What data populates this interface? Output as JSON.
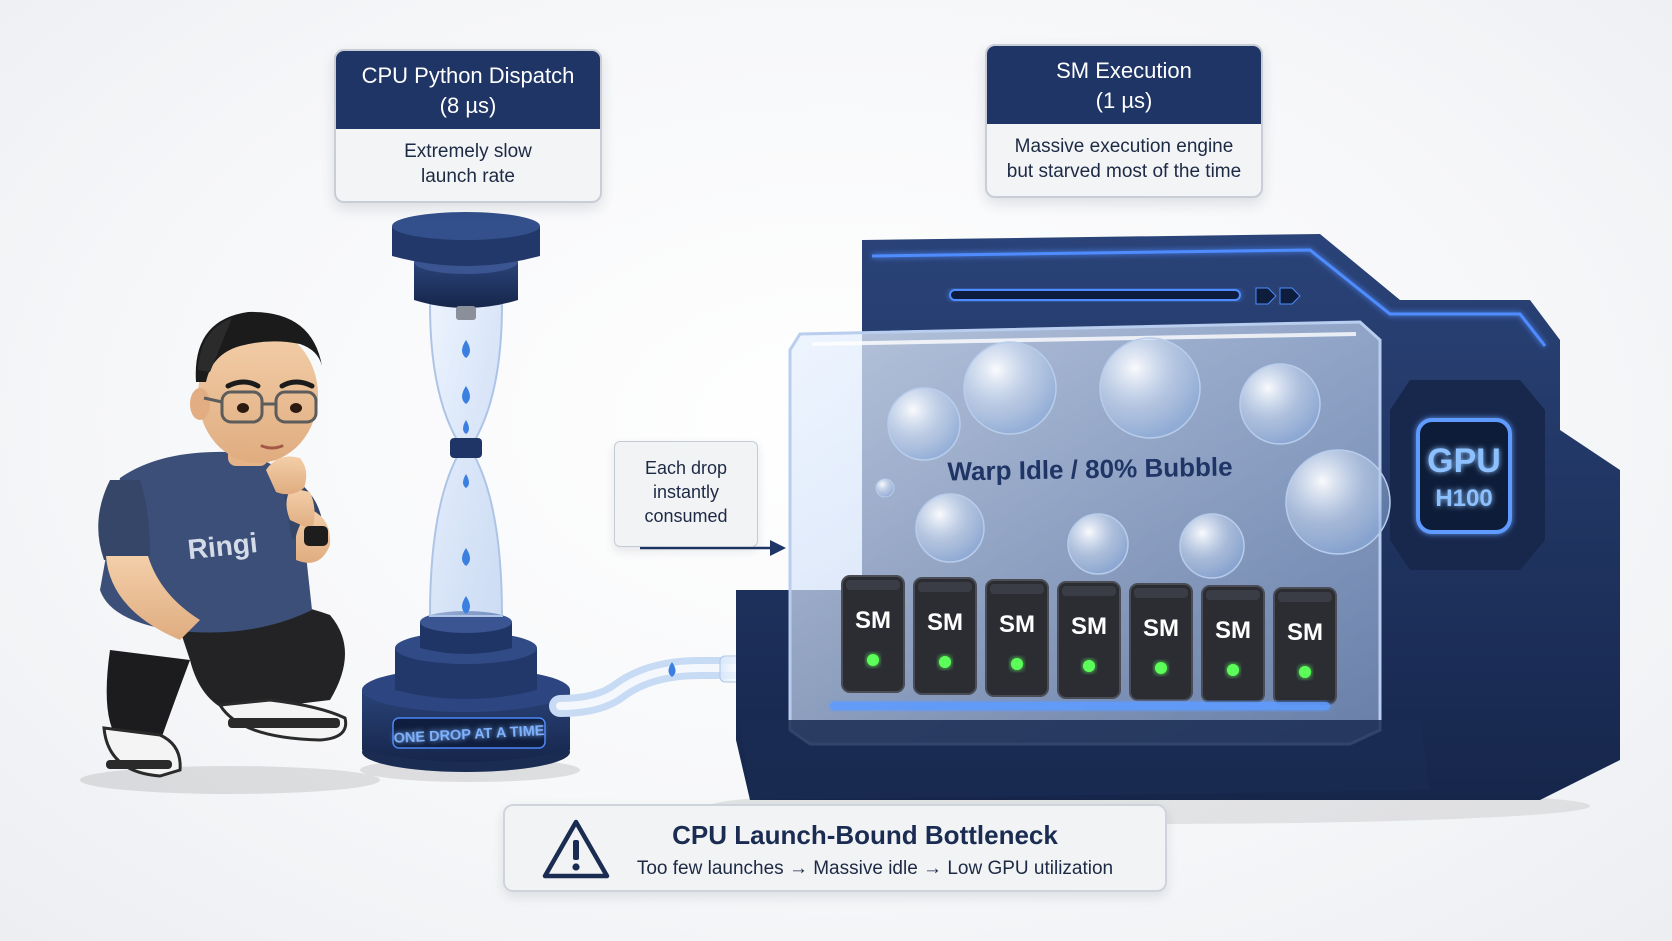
{
  "dispatch": {
    "title": "CPU Python Dispatch",
    "time": "(8 µs)",
    "desc_line1": "Extremely slow",
    "desc_line2": "launch rate"
  },
  "sm_exec": {
    "title": "SM Execution",
    "time": "(1 µs)",
    "desc_line1": "Massive execution engine",
    "desc_line2": "but starved most of the time"
  },
  "drop_note": {
    "line1": "Each drop",
    "line2": "instantly",
    "line3": "consumed"
  },
  "character": {
    "shirt_text": "Ringi"
  },
  "hourglass": {
    "base_label": "ONE DROP AT A TIME"
  },
  "gpu": {
    "model_line1": "GPU",
    "model_line2": "H100",
    "idle_label": "Warp Idle / 80% Bubble",
    "sm_label": "SM",
    "sm_count": 7,
    "accent_color": "#4f8cff",
    "body_color": "#1f3566",
    "led_color": "#5cff5a"
  },
  "bottleneck": {
    "title": "CPU Launch-Bound Bottleneck",
    "subtitle": "Too few launches → Massive idle → Low GPU utilization"
  }
}
